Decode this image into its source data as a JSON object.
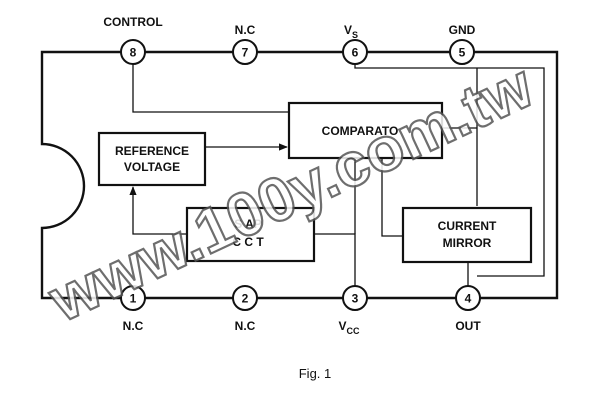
{
  "pins": {
    "p8": {
      "number": "8",
      "label": "CONTROL"
    },
    "p7": {
      "number": "7",
      "label": "N.C"
    },
    "p6": {
      "number": "6",
      "label": "Vs",
      "label_main": "V",
      "label_sub": "S"
    },
    "p5": {
      "number": "5",
      "label": "GND"
    },
    "p1": {
      "number": "1",
      "label": "N.C"
    },
    "p2": {
      "number": "2",
      "label": "N.C"
    },
    "p3": {
      "number": "3",
      "label": "VCC",
      "label_main": "V",
      "label_sub": "CC"
    },
    "p4": {
      "number": "4",
      "label": "OUT"
    }
  },
  "blocks": {
    "reference_line1": "REFERENCE",
    "reference_line2": "VOLTAGE",
    "comparator": "COMPARATO",
    "switch_line1": "S  AP",
    "switch_line2": "C  C  T",
    "mirror_line1": "CURRENT",
    "mirror_line2": "MIRROR"
  },
  "caption": "Fig. 1",
  "watermark": "www.100y.com.tw"
}
